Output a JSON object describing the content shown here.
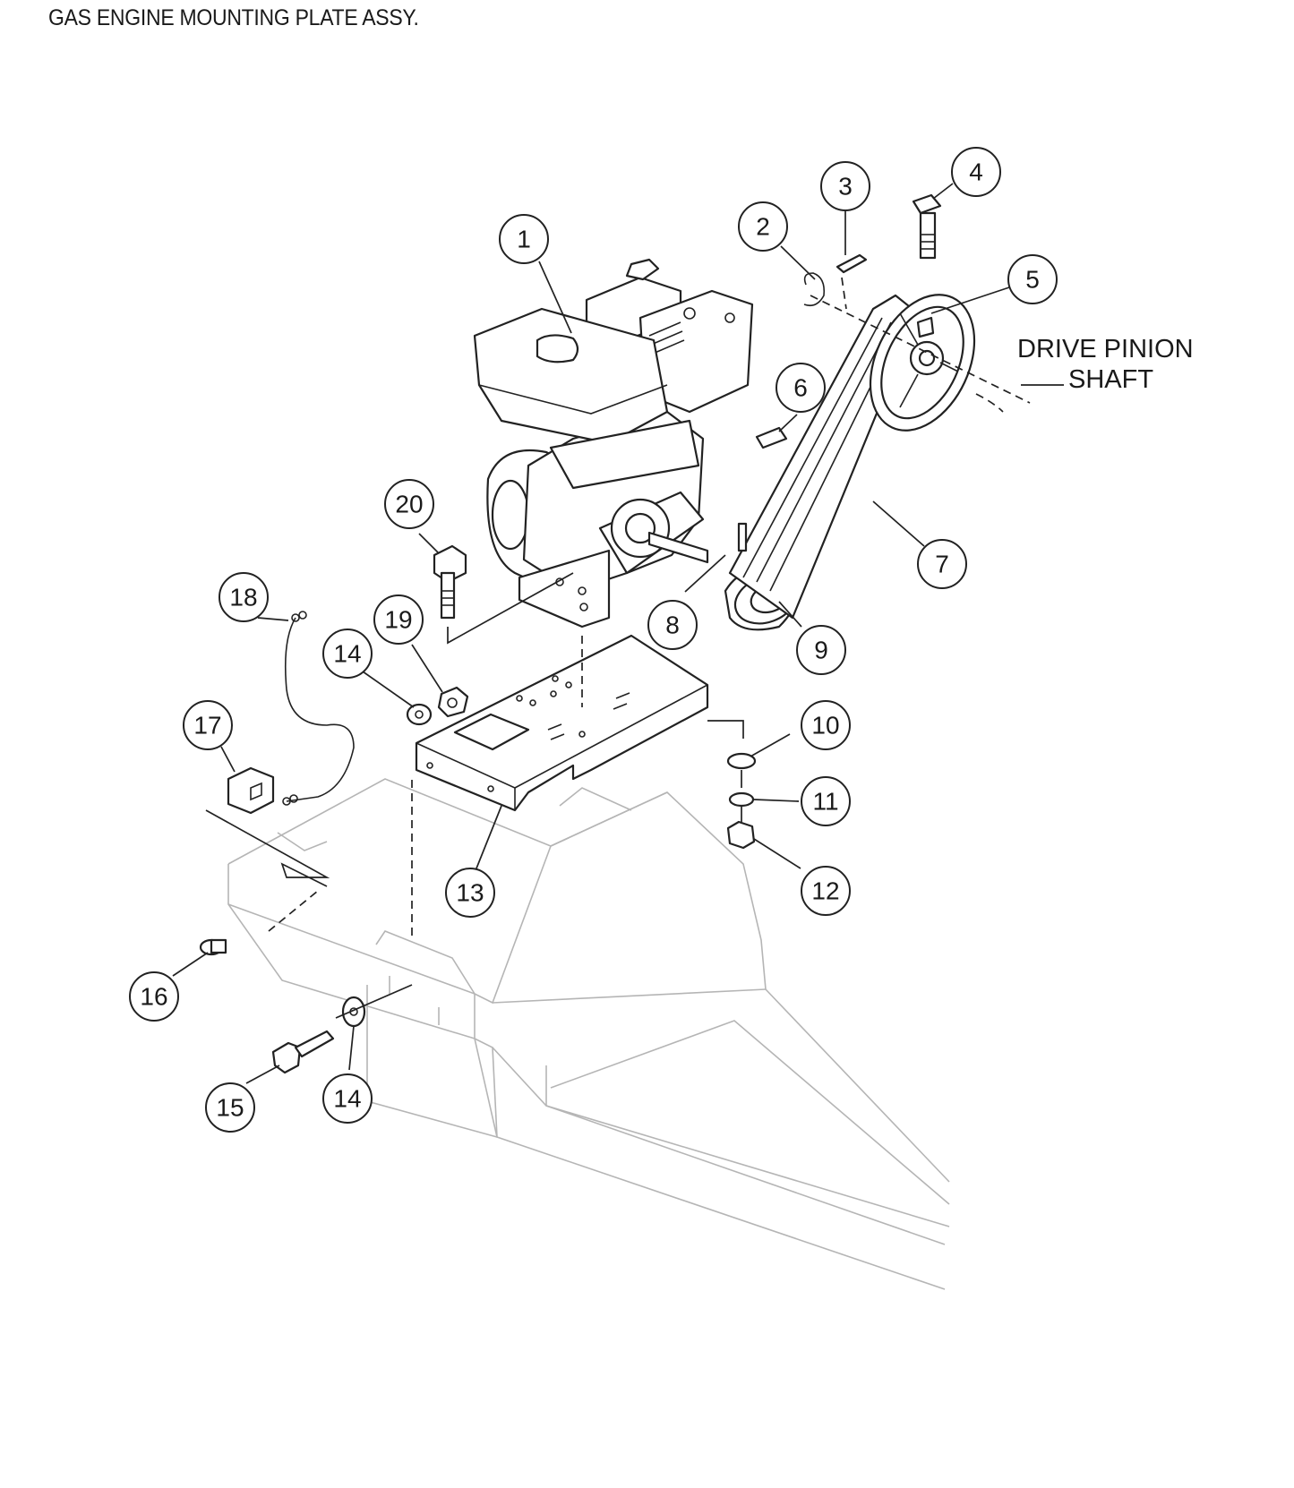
{
  "title": "GAS ENGINE MOUNTING PLATE ASSY.",
  "shaft_label": {
    "line1": "DRIVE PINION",
    "line2": "SHAFT"
  },
  "callouts": [
    "1",
    "2",
    "3",
    "4",
    "5",
    "6",
    "7",
    "8",
    "9",
    "10",
    "11",
    "12",
    "13",
    "14",
    "14",
    "15",
    "16",
    "17",
    "18",
    "19",
    "20"
  ]
}
